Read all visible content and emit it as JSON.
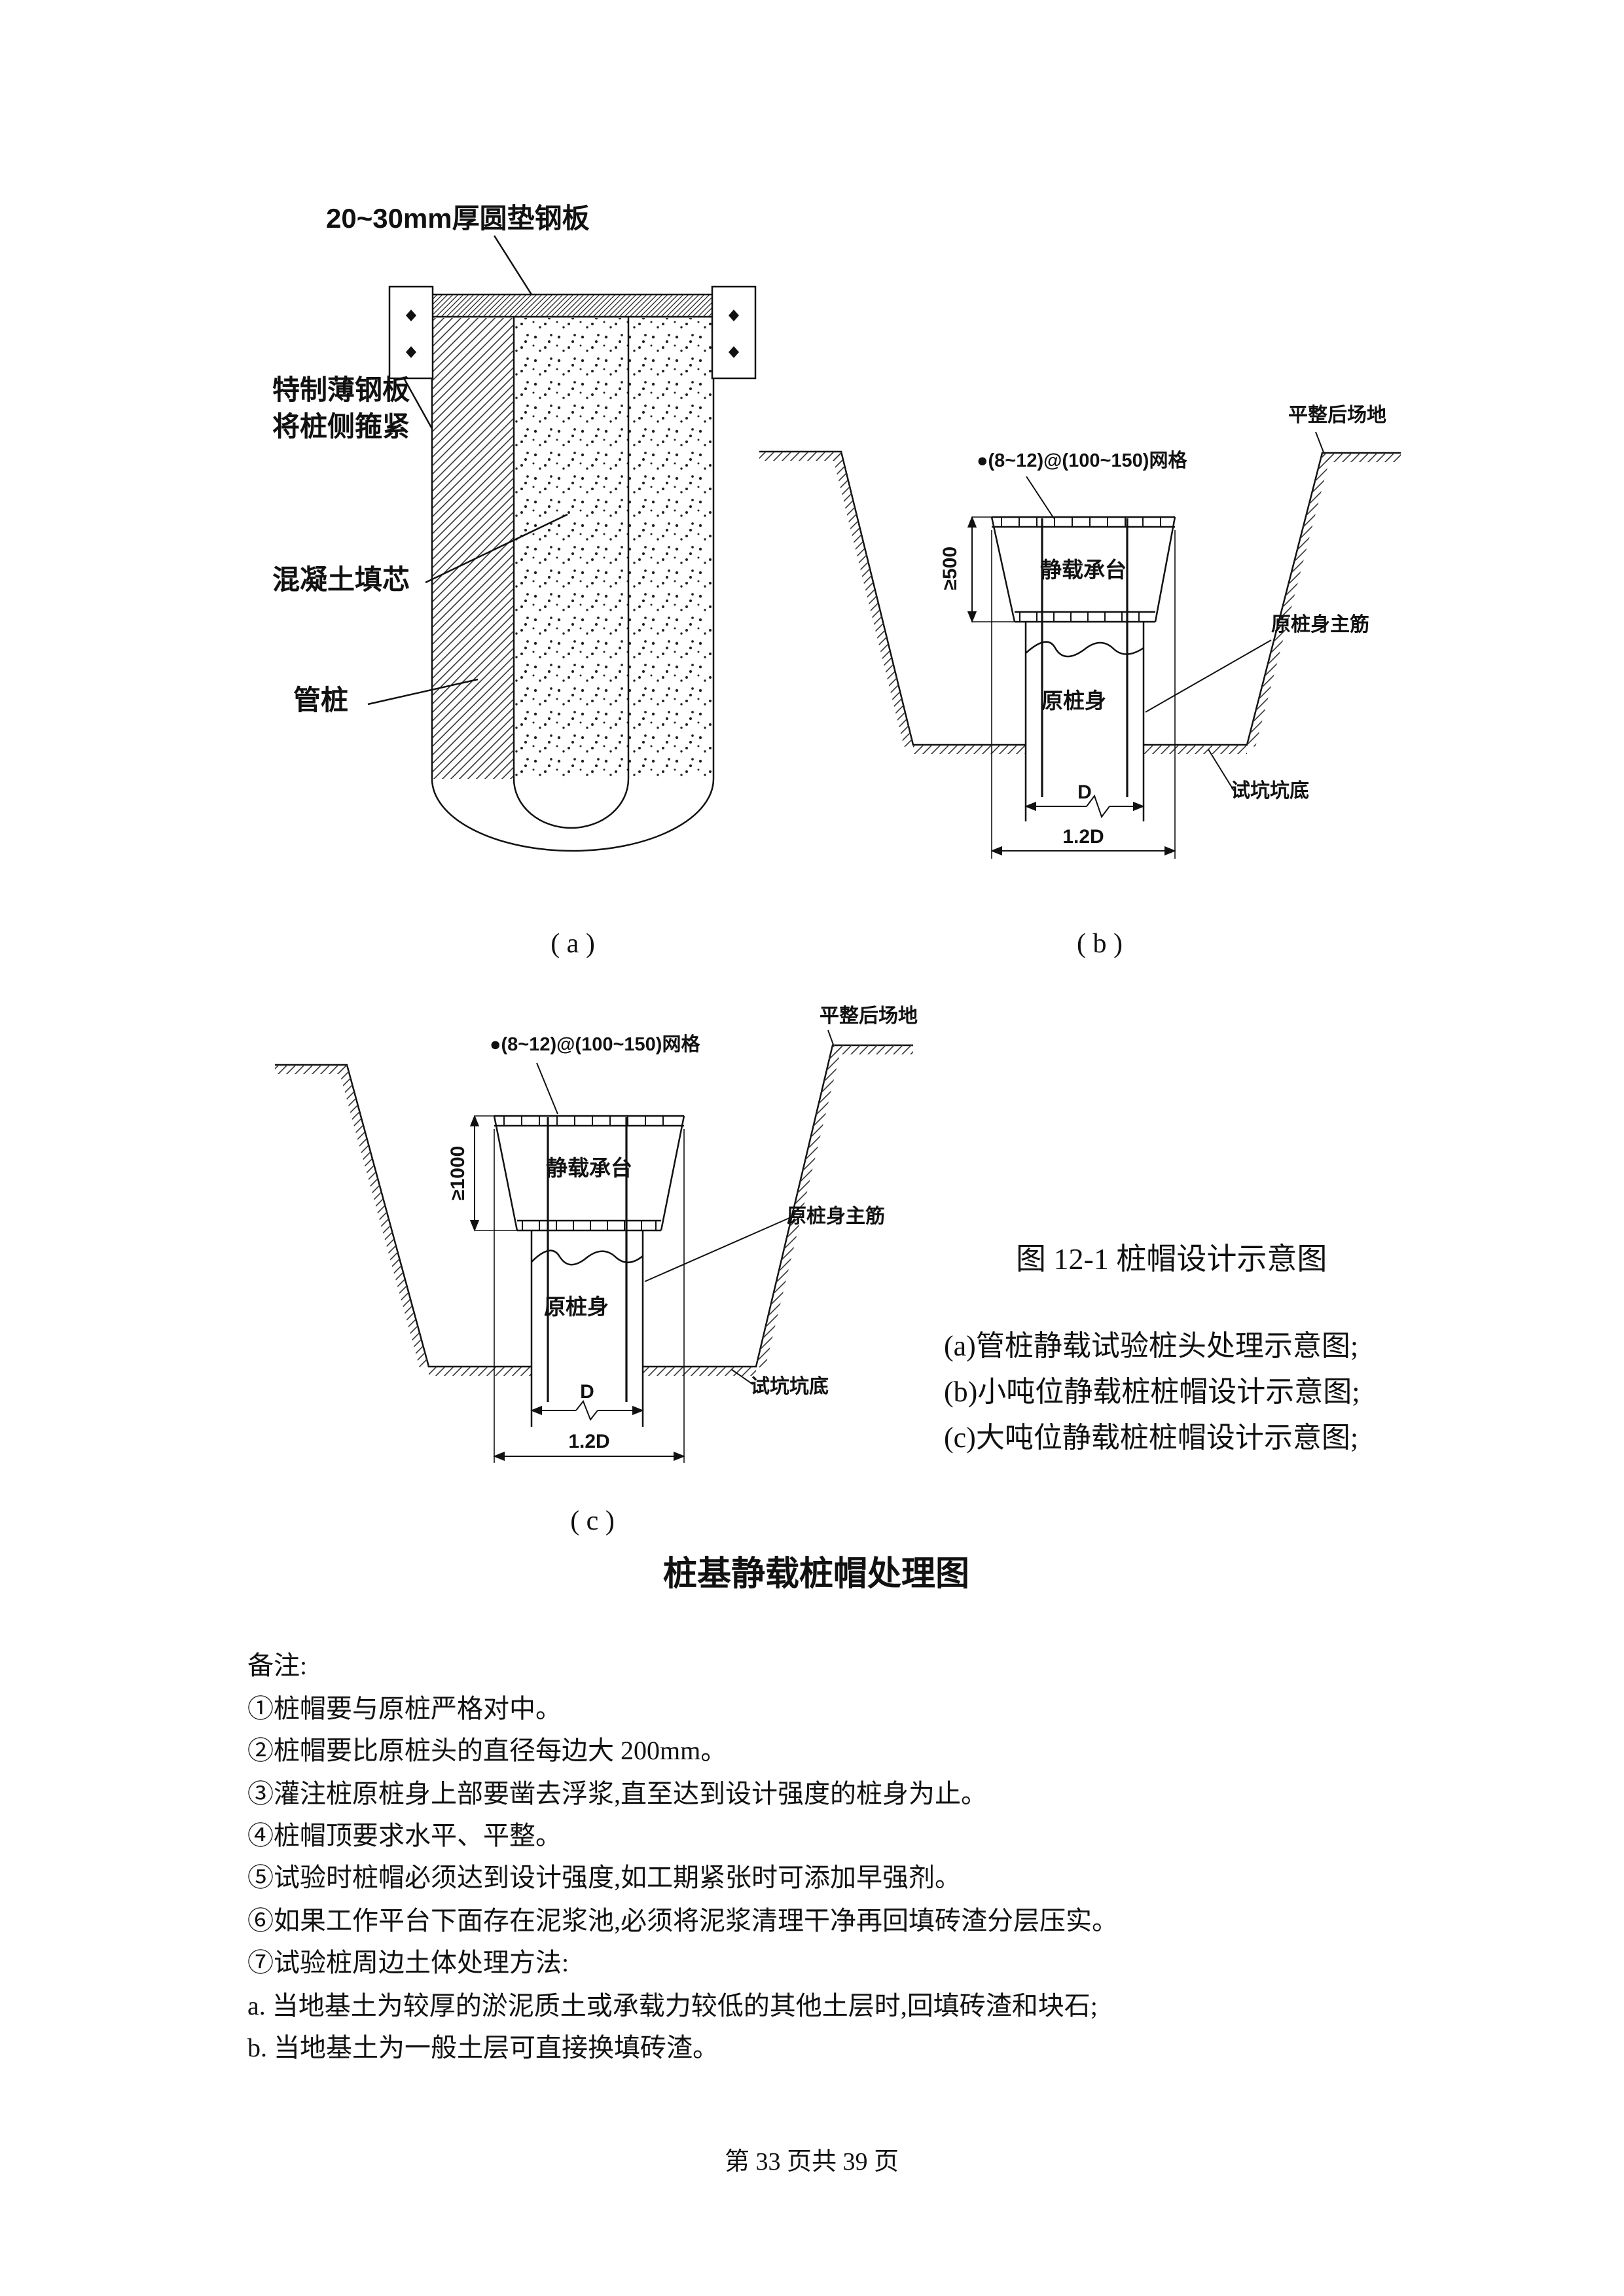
{
  "doc": {
    "title": "桩基静载桩帽处理图",
    "footer": "第 33 页共 39 页"
  },
  "figure": {
    "number_title": "图 12-1  桩帽设计示意图",
    "subcaptions": [
      "(a)管桩静载试验桩头处理示意图;",
      "(b)小吨位静载桩桩帽设计示意图;",
      "(c)大吨位静载桩桩帽设计示意图;"
    ]
  },
  "diagram_a": {
    "caption": "( a )",
    "label_top_plate": "20~30mm厚圆垫钢板",
    "label_side_plate_line1": "特制薄钢板",
    "label_side_plate_line2": "将桩侧箍紧",
    "label_concrete_fill": "混凝土填芯",
    "label_pipe_pile": "管桩"
  },
  "diagram_b": {
    "caption": "( b )",
    "label_site": "平整后场地",
    "label_mesh": "●(8~12)@(100~150)网格",
    "label_cap": "静载承台",
    "dim_height": "≥500",
    "label_rebar": "原桩身主筋",
    "label_pile": "原桩身",
    "label_pit_bottom": "试坑坑底",
    "dim_d": "D",
    "dim_12d": "1.2D"
  },
  "diagram_c": {
    "caption": "( c )",
    "label_site": "平整后场地",
    "label_mesh": "●(8~12)@(100~150)网格",
    "label_cap": "静载承台",
    "dim_height": "≥1000",
    "label_rebar": "原桩身主筋",
    "label_pile": "原桩身",
    "label_pit_bottom": "试坑坑底",
    "dim_d": "D",
    "dim_12d": "1.2D"
  },
  "notes": {
    "heading": "备注:",
    "items": [
      "①桩帽要与原桩严格对中。",
      "②桩帽要比原桩头的直径每边大 200mm。",
      "③灌注桩原桩身上部要凿去浮浆,直至达到设计强度的桩身为止。",
      "④桩帽顶要求水平、平整。",
      "⑤试验时桩帽必须达到设计强度,如工期紧张时可添加早强剂。",
      "⑥如果工作平台下面存在泥浆池,必须将泥浆清理干净再回填砖渣分层压实。",
      "⑦试验桩周边土体处理方法:",
      "a. 当地基土为较厚的淤泥质土或承载力较低的其他土层时,回填砖渣和块石;",
      "b. 当地基土为一般土层可直接换填砖渣。"
    ]
  }
}
